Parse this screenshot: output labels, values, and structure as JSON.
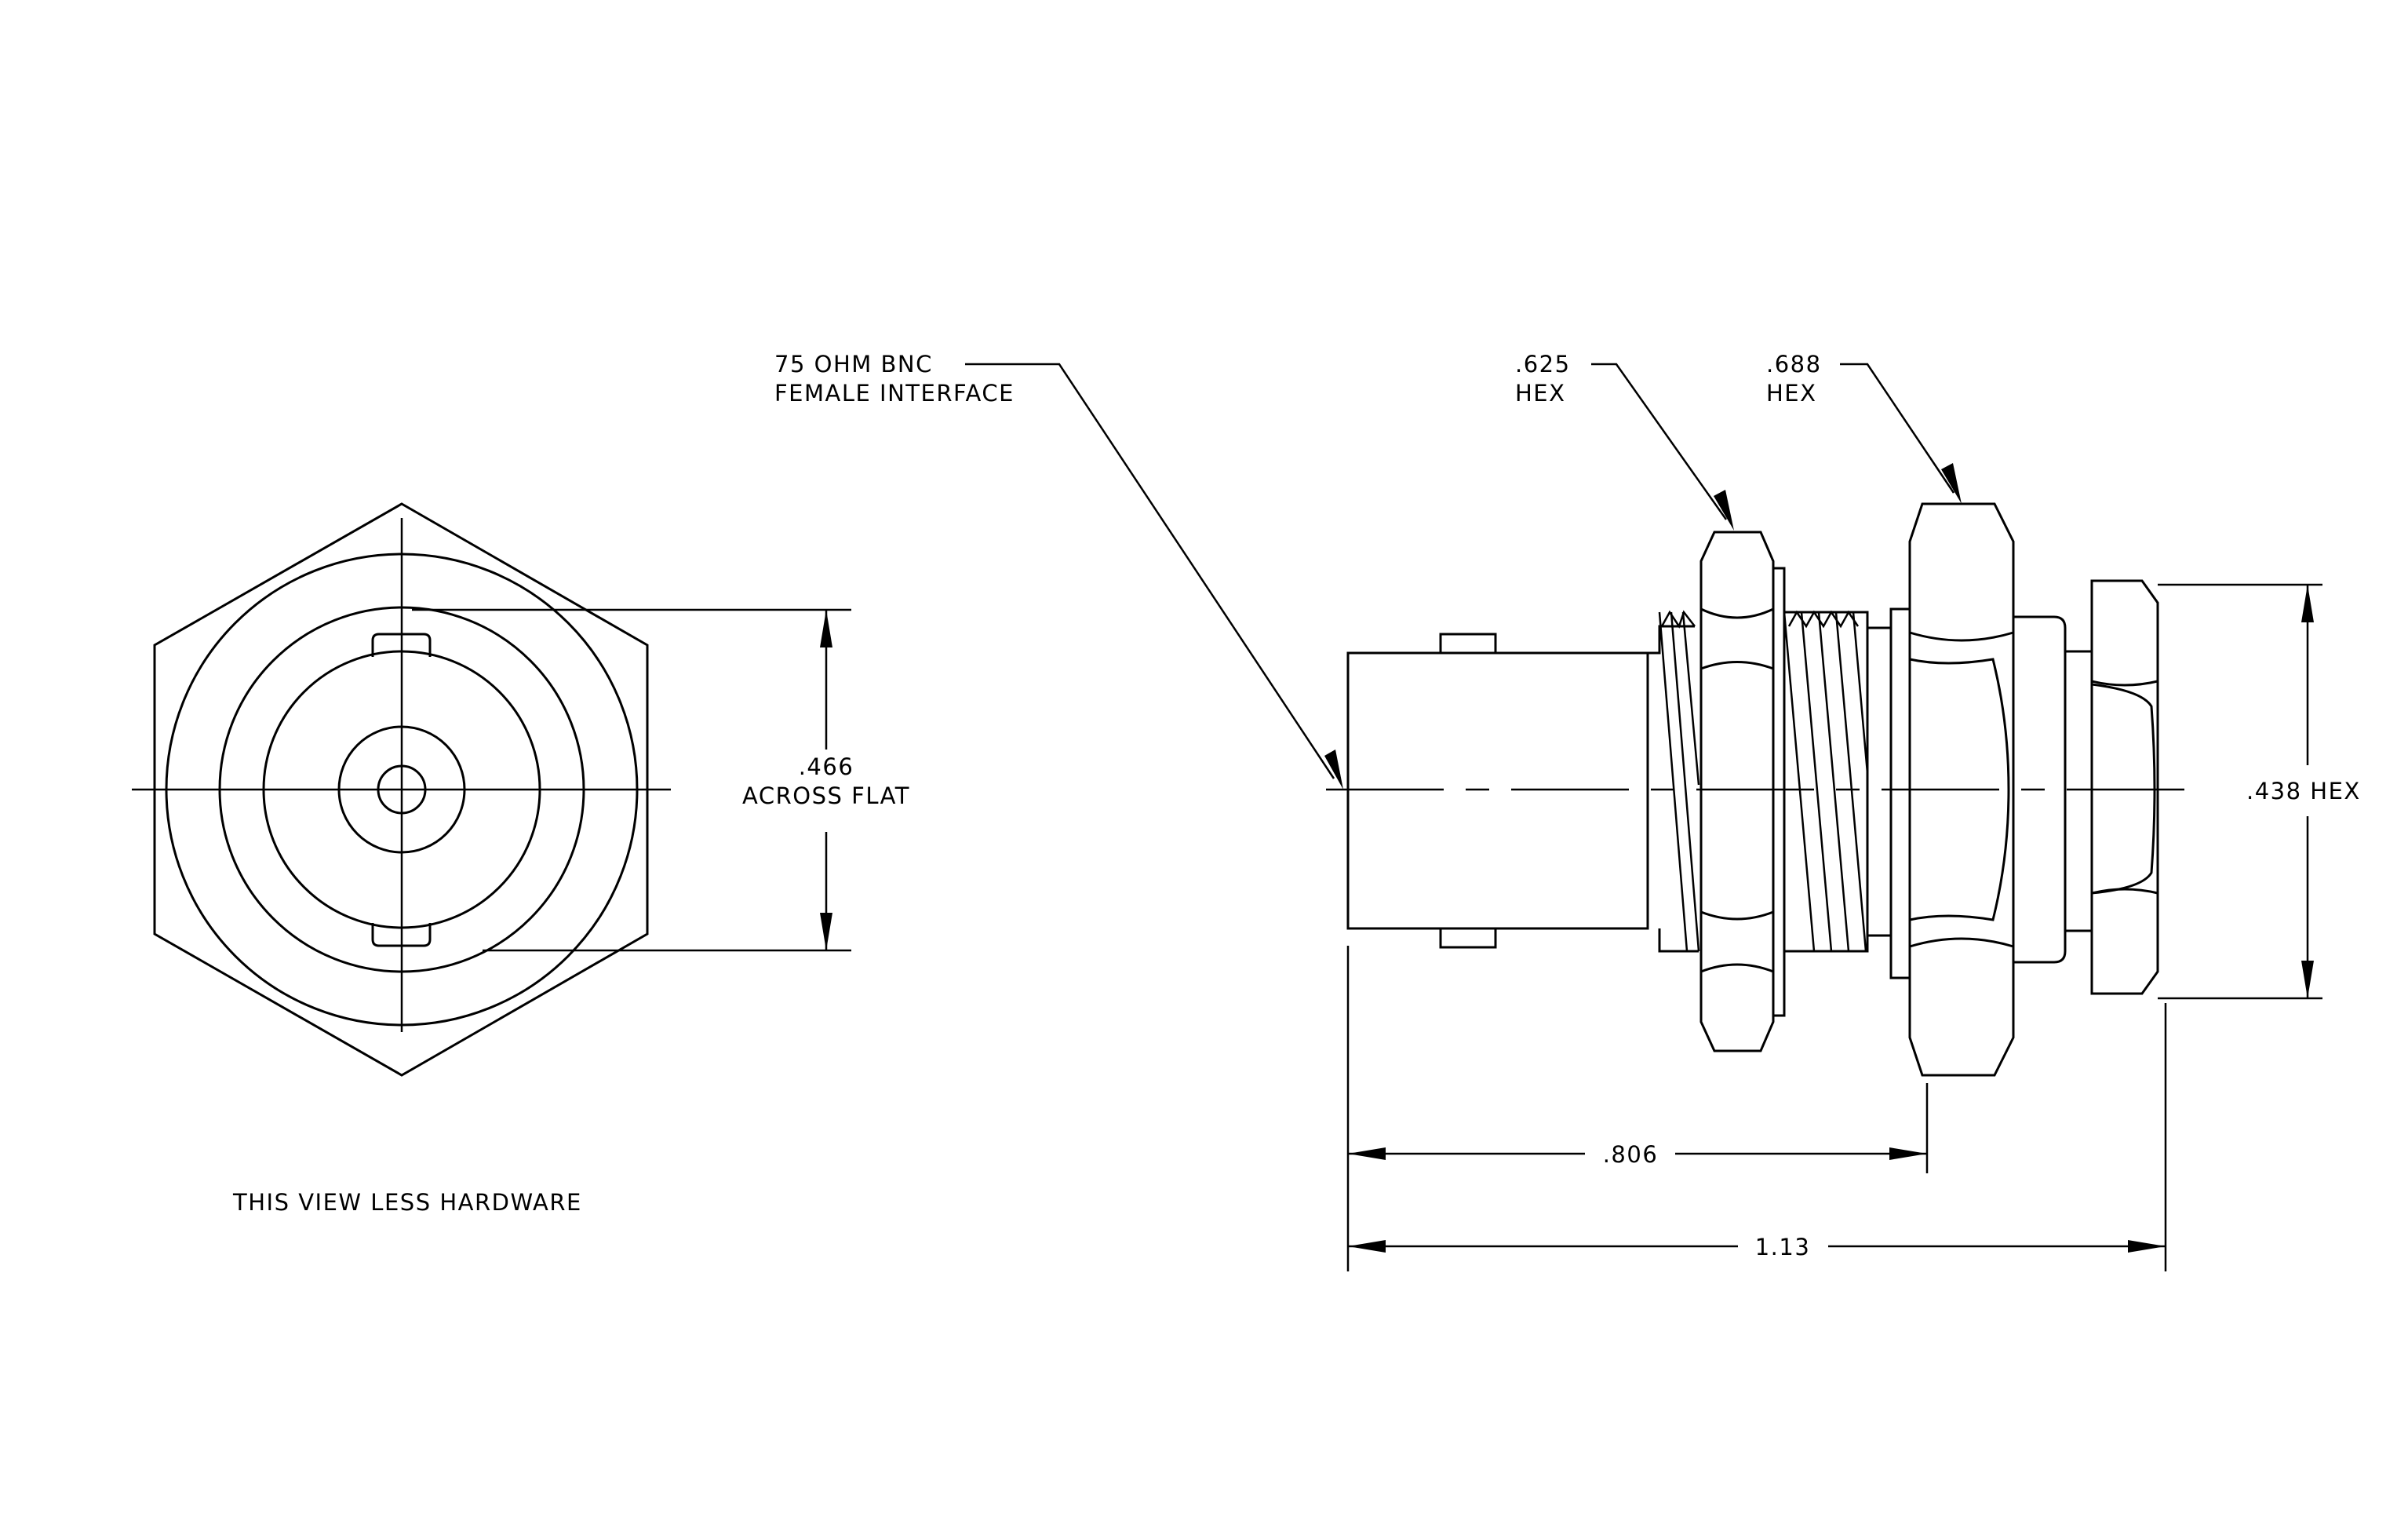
{
  "labels": {
    "interface_line1": "75 OHM BNC",
    "interface_line2": "FEMALE INTERFACE",
    "hex_small_value": ".625",
    "hex_small_unit": "HEX",
    "hex_large_value": ".688",
    "hex_large_unit": "HEX",
    "across_flat_value": ".466",
    "across_flat_text": "ACROSS FLAT",
    "rear_hex": ".438 HEX",
    "dim_panel": ".806",
    "dim_overall": "1.13",
    "end_view_note": "THIS VIEW LESS HARDWARE"
  }
}
